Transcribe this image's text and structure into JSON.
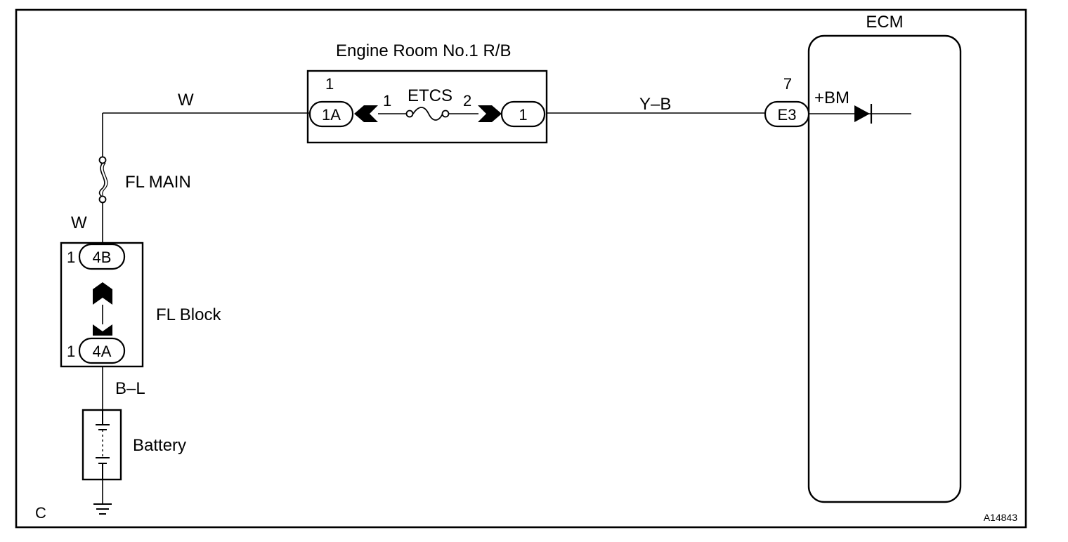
{
  "figure_corner_letter": "C",
  "figure_id": "A14843",
  "components": {
    "engine_room_rb": {
      "title": "Engine Room No.1 R/B",
      "connector_pin": "1",
      "connector_left": "1A",
      "connector_right": "1",
      "fuse_name": "ETCS",
      "fuse_pin_left": "1",
      "fuse_pin_right": "2"
    },
    "ecm": {
      "title": "ECM",
      "connector": "E3",
      "connector_pin": "7",
      "terminal": "+BM"
    },
    "fl_main": {
      "label": "FL MAIN"
    },
    "fl_block": {
      "label": "FL Block",
      "connector_top": "4B",
      "connector_top_pin": "1",
      "connector_bottom": "4A",
      "connector_bottom_pin": "1"
    },
    "battery": {
      "label": "Battery"
    }
  },
  "wires": {
    "w_top": "W",
    "w_left": "W",
    "y_b": "Y–B",
    "b_l": "B–L"
  },
  "colors": {
    "line": "#000000",
    "background": "#ffffff"
  }
}
